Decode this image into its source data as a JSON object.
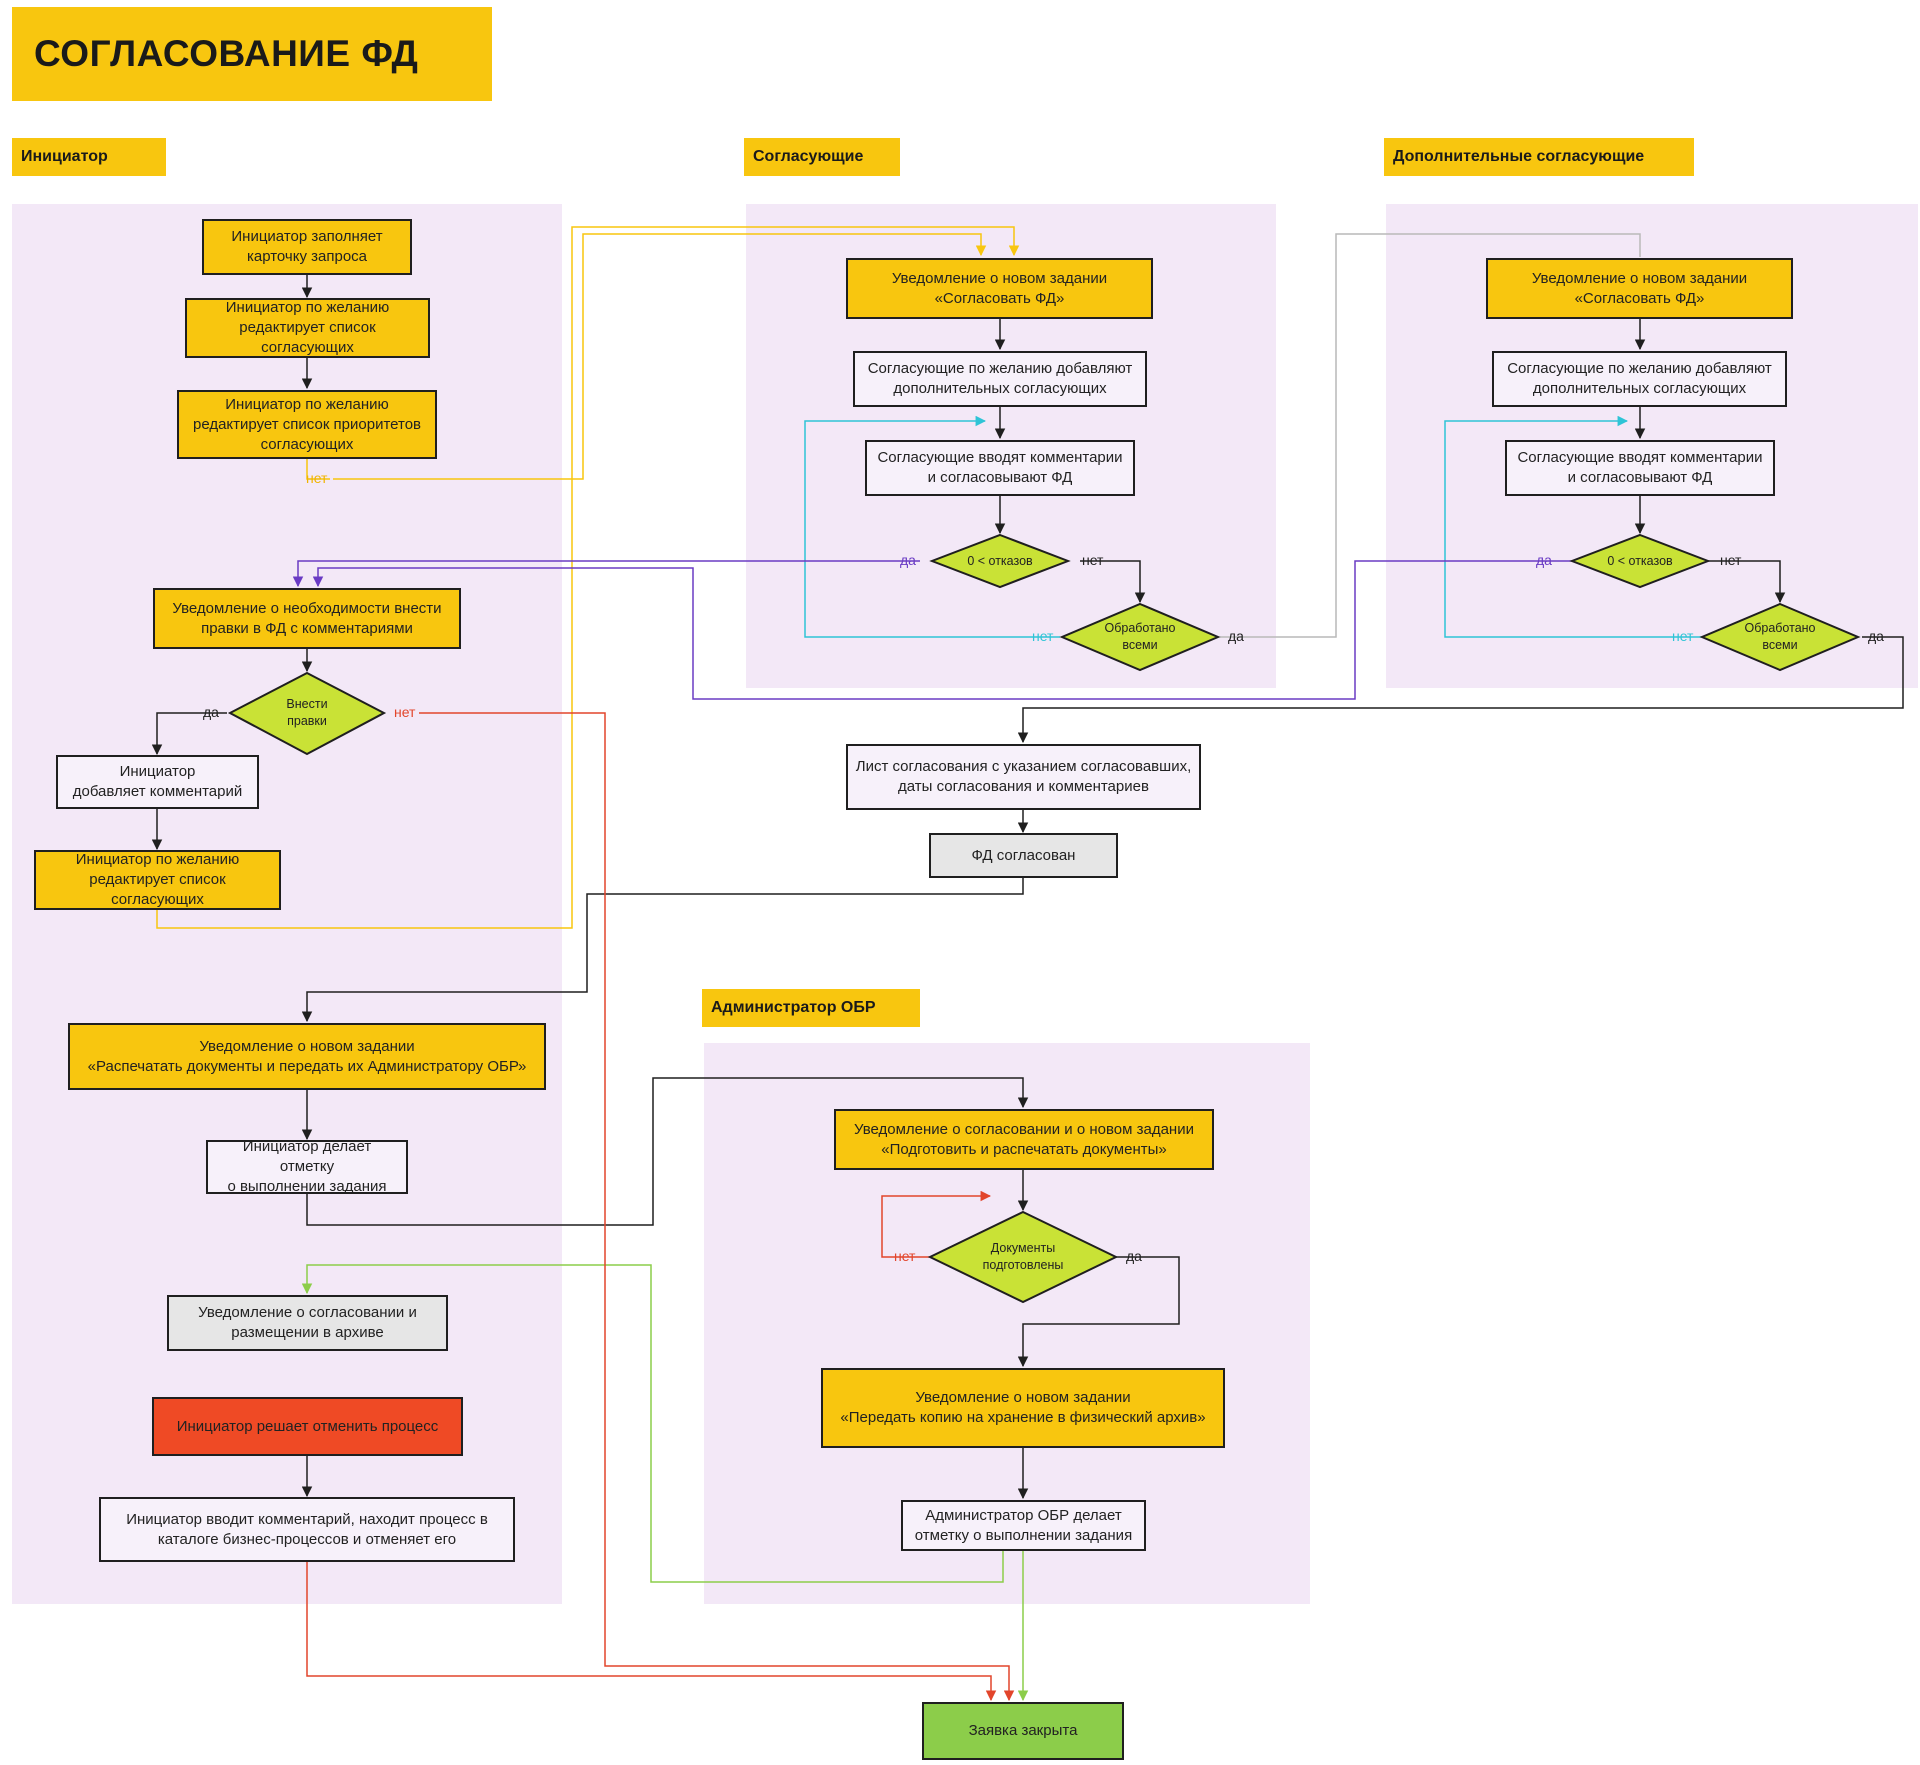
{
  "title": "СОГЛАСОВАНИЕ ФД",
  "lanes": {
    "initiator": "Инициатор",
    "approvers": "Согласующие",
    "extra": "Дополнительные согласующие",
    "admin": "Администратор ОБР"
  },
  "nodes": {
    "i1": "Инициатор заполняет\nкарточку запроса",
    "i2": "Инициатор  по желанию\nредактирует список согласующих",
    "i3": "Инициатор по желанию\nредактирует список приоритетов\nсогласующих",
    "i4": "Уведомление о необходимости внести\nправки в ФД с комментариями",
    "i5": "Внести\nправки",
    "i6": "Инициатор\nдобавляет комментарий",
    "i7": "Инициатор  по желанию\nредактирует список согласующих",
    "i8": "Уведомление о новом задании\n«Распечатать документы и передать их Администратору ОБР»",
    "i9": "Инициатор делает отметку\nо выполнении задания",
    "i10": "Уведомление о согласовании и\nразмещении в архиве",
    "i11": "Инициатор решает отменить процесс",
    "i12": "Инициатор вводит комментарий, находит процесс в\nкаталоге бизнес-процессов и отменяет его",
    "s1": "Уведомление о новом задании\n«Согласовать ФД»",
    "s2": "Согласующие по желанию добавляют\nдополнительных согласующих",
    "s3": "Согласующие вводят комментарии\nи согласовывают ФД",
    "s4": "0 < отказов",
    "s5": "Обработано\nвсеми",
    "e1": "Уведомление о новом задании\n«Согласовать ФД»",
    "e2": "Согласующие по желанию добавляют\nдополнительных согласующих",
    "e3": "Согласующие вводят комментарии\nи согласовывают ФД",
    "e4": "0 < отказов",
    "e5": "Обработано\nвсеми",
    "c1": "Лист согласования с указанием согласовавших,\nдаты согласования и комментариев",
    "c2": "ФД согласован",
    "a1": "Уведомление о согласовании и о новом задании\n«Подготовить и распечатать документы»",
    "a2": "Документы\nподготовлены",
    "a3": "Уведомление о новом задании\n«Передать копию на хранение в физический архив»",
    "a4": "Администратор ОБР делает\nотметку о выполнении задания",
    "end": "Заявка закрыта"
  },
  "labels": {
    "i3_no": "нет",
    "i5_yes": "да",
    "i5_no": "нет",
    "s4_yes": "да",
    "s4_no": "нет",
    "s5_no": "нет",
    "s5_yes": "да",
    "e4_yes": "да",
    "e4_no": "нет",
    "e5_no": "нет",
    "e5_yes": "да",
    "a2_no": "нет",
    "a2_yes": "да"
  },
  "colors": {
    "node_yellow": "#f8c60f",
    "lane_bg": "#f3e8f7",
    "diamond": "#c9e236",
    "start_red": "#ef4a25",
    "end_green": "#8ccd4a",
    "edge_black": "#1f1f1f",
    "edge_yellow": "#f8c60f",
    "edge_cyan": "#2ec4d6",
    "edge_purple": "#6a3bc4",
    "edge_red": "#e2452b",
    "edge_green": "#8ccd4a",
    "edge_gray": "#b9b9b9"
  }
}
